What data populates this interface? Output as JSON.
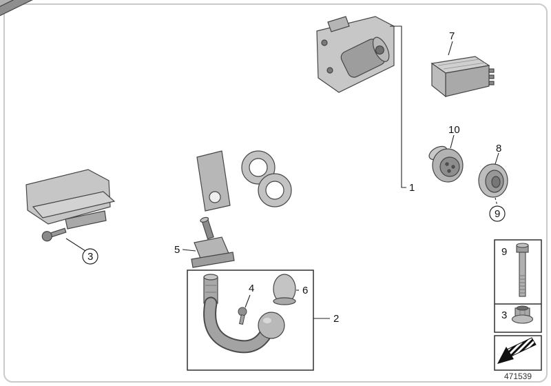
{
  "diagram": {
    "part_number": "471539"
  },
  "callouts": {
    "1": "1",
    "2": "2",
    "3": "3",
    "4": "4",
    "5": "5",
    "6": "6",
    "7": "7",
    "8": "8",
    "9": "9",
    "10": "10"
  },
  "icons": {
    "direction_arrow": "schematic-direction-arrow-icon"
  },
  "colors": {
    "metal_light": "#cfcfcf",
    "metal_mid": "#b0b0b0",
    "metal_dark": "#8e8e8e",
    "outline": "#444444",
    "frame": "#c9c9c9"
  }
}
